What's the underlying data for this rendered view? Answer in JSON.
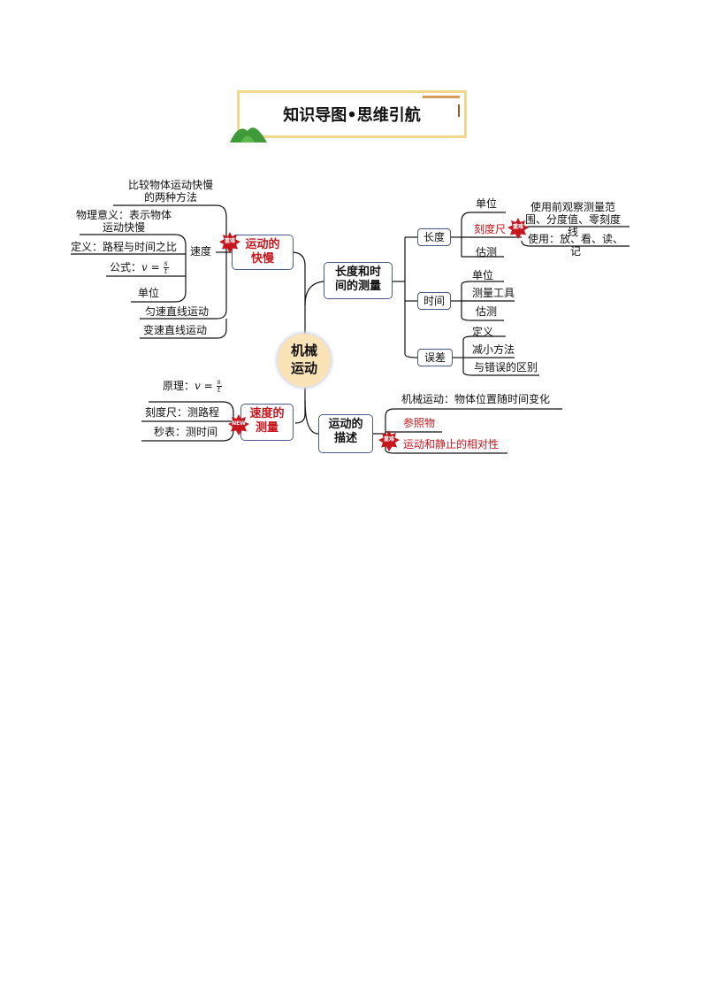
{
  "header": {
    "title": "知识导图•思维引航"
  },
  "center": {
    "label": "机械运动"
  },
  "badges": {
    "key": "重难",
    "new": "NEW"
  },
  "speed": {
    "box": "运动的快慢",
    "left_items": {
      "compare": "比较物体运动快慢的两种方法",
      "speed_label": "速度",
      "meaning": "物理意义：表示物体运动快慢",
      "definition": "定义：路程与时间之比",
      "formula_prefix": "公式：",
      "unit": "单位",
      "uniform": "匀速直线运动",
      "variable": "变速直线运动"
    }
  },
  "formula": {
    "v": "v",
    "eq": "=",
    "num": "s",
    "den": "t"
  },
  "measure": {
    "box": "速度的测量",
    "principle_prefix": "原理：",
    "ruler": "刻度尺：测路程",
    "stopwatch": "秒表：测时间"
  },
  "length_time": {
    "box": "长度和时间的测量",
    "length": {
      "label": "长度",
      "unit": "单位",
      "ruler": "刻度尺",
      "ruler_use1": "使用前观察测量范围、分度值、零刻度线",
      "ruler_use2": "使用：放、看、读、记",
      "estimate": "估测"
    },
    "time": {
      "label": "时间",
      "unit": "单位",
      "tool": "测量工具",
      "estimate": "估测"
    },
    "error": {
      "label": "误差",
      "definition": "定义",
      "reduce": "减小方法",
      "difference": "与错误的区别"
    }
  },
  "description": {
    "box": "运动的描述",
    "mech": "机械运动：物体位置随时间变化",
    "reference": "参照物",
    "relativity": "运动和静止的相对性"
  },
  "colors": {
    "accent": "#c8161d",
    "border": "#4a5a8a",
    "title_frame": "#f0d98a",
    "center_fill": "#fbe3b8",
    "hill": "#3f9a3a"
  }
}
